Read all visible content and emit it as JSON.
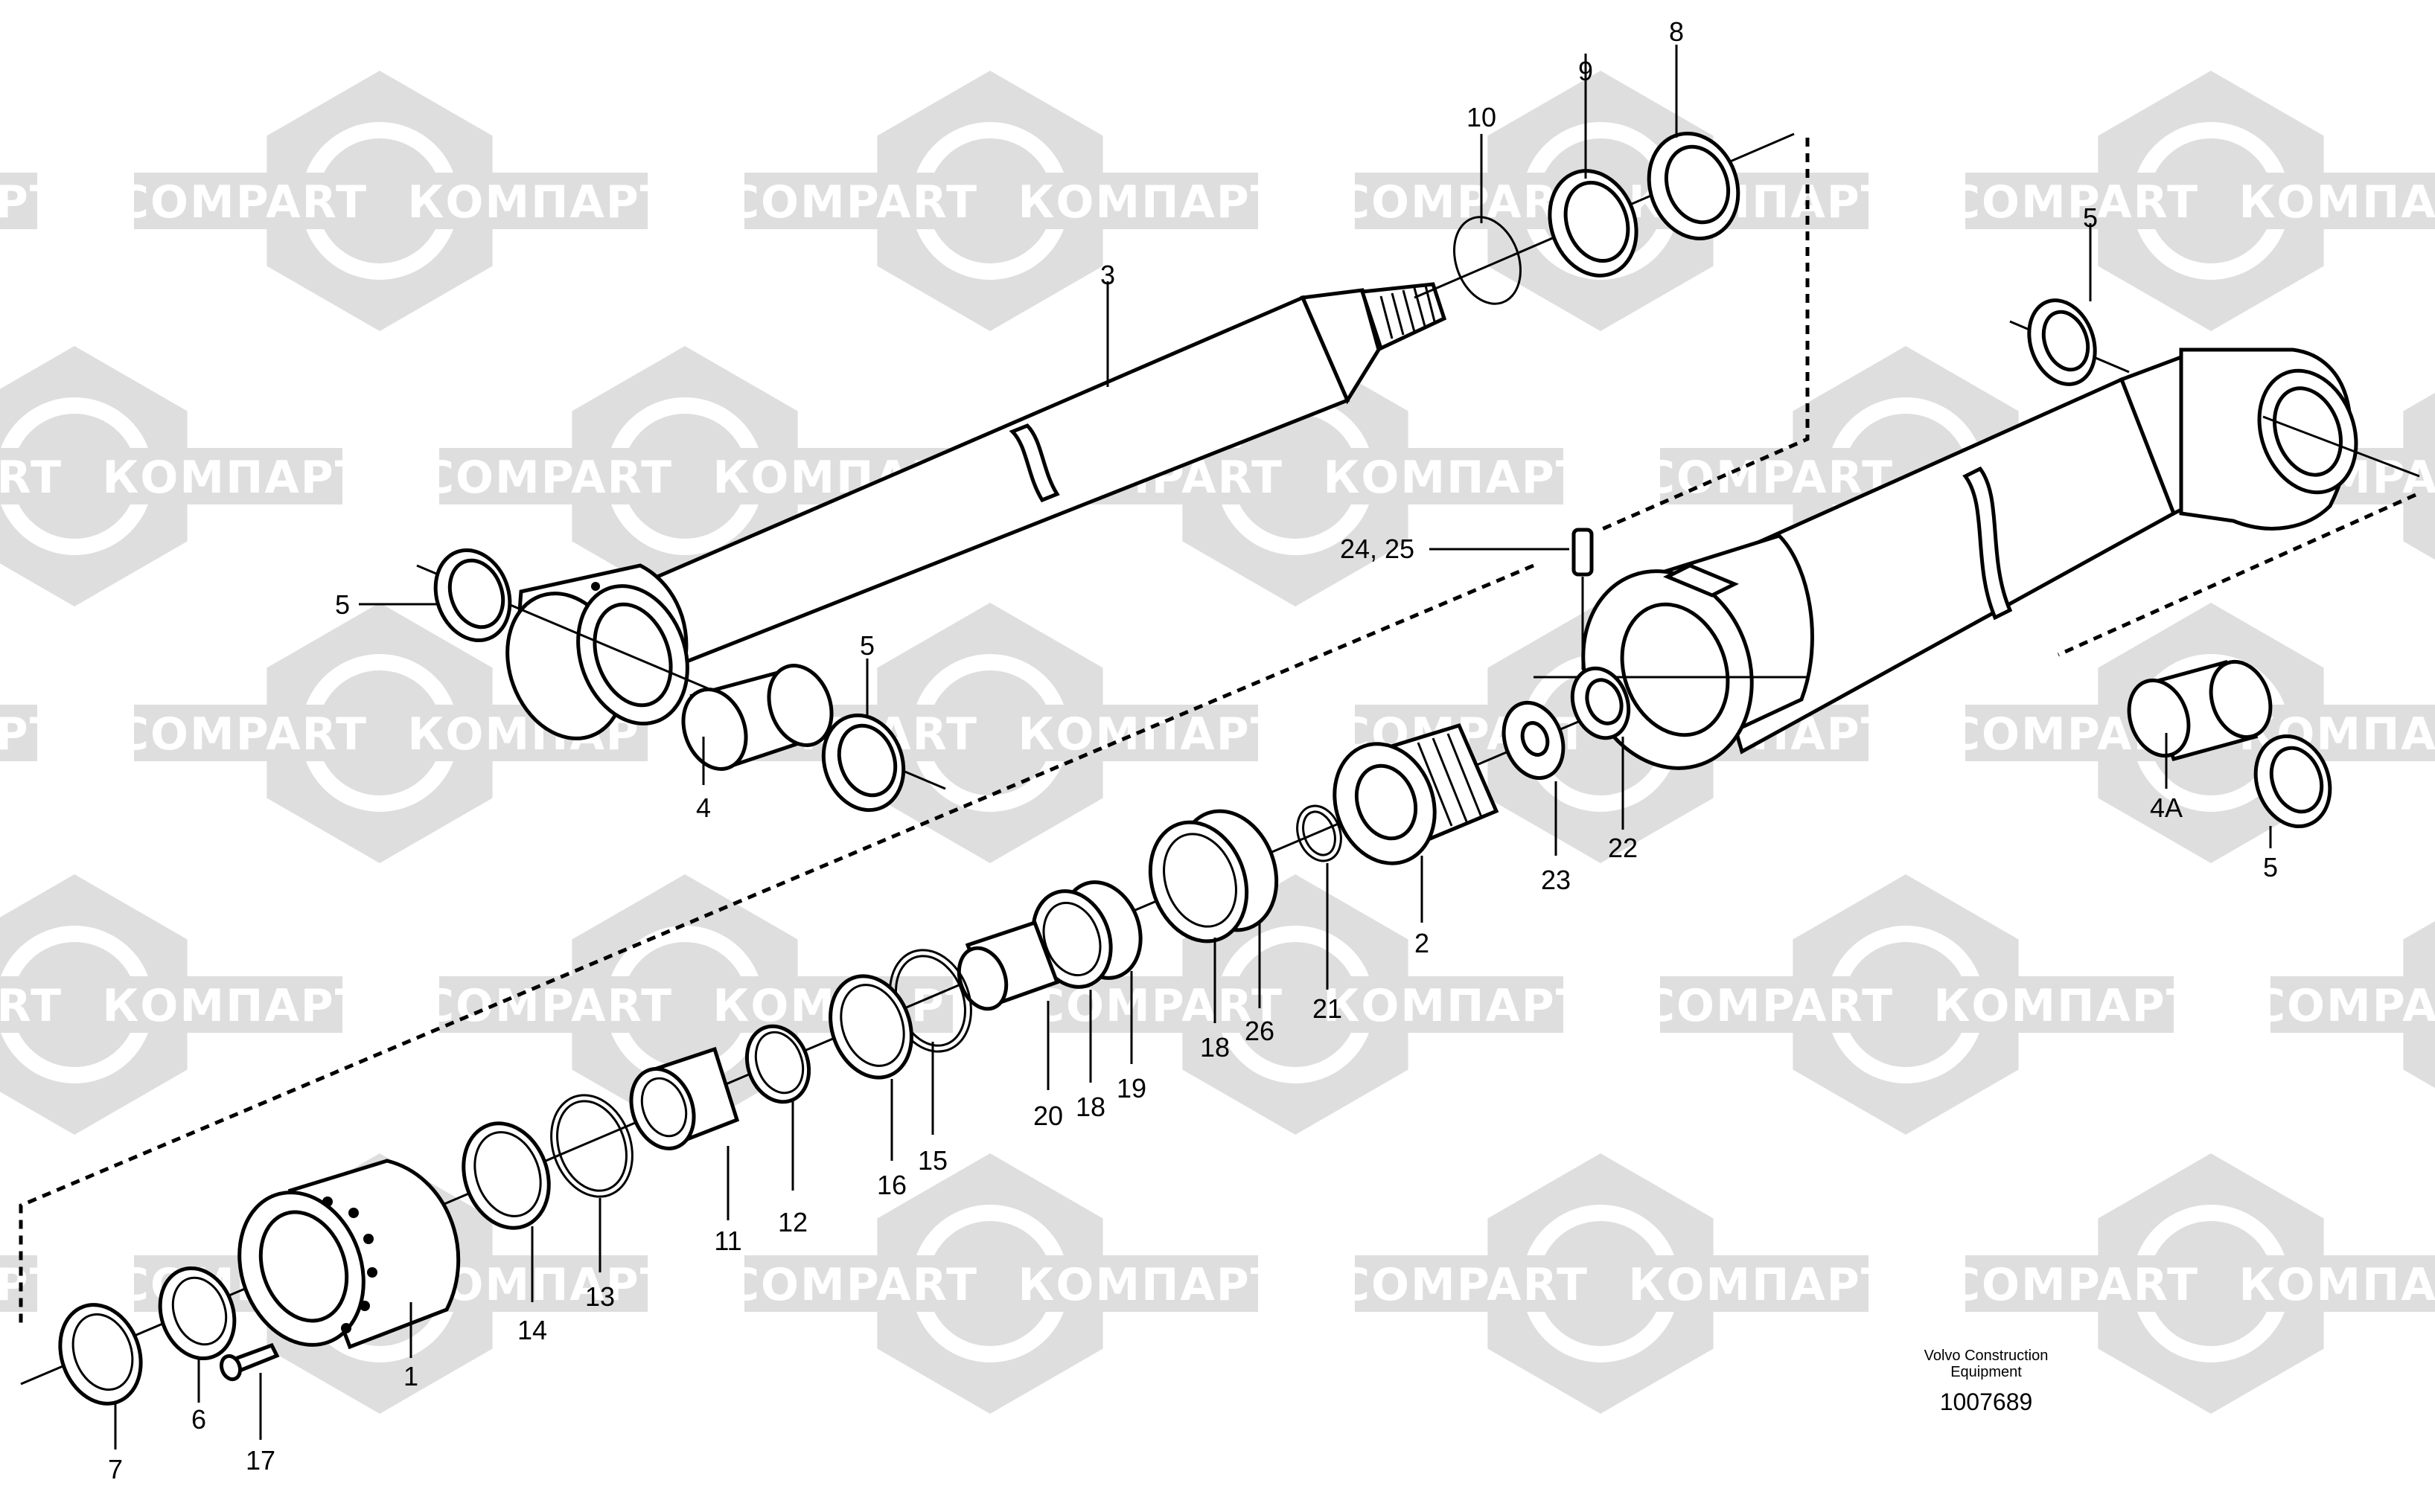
{
  "watermark": {
    "latin": "COMPART",
    "cyrillic": "КОМПАРТ",
    "color": "#dedede"
  },
  "callouts": [
    {
      "id": "c1",
      "label": "1"
    },
    {
      "id": "c2",
      "label": "2"
    },
    {
      "id": "c3",
      "label": "3"
    },
    {
      "id": "c4",
      "label": "4"
    },
    {
      "id": "c4a",
      "label": "4A"
    },
    {
      "id": "c5a",
      "label": "5"
    },
    {
      "id": "c5b",
      "label": "5"
    },
    {
      "id": "c5c",
      "label": "5"
    },
    {
      "id": "c5d",
      "label": "5"
    },
    {
      "id": "c6",
      "label": "6"
    },
    {
      "id": "c7",
      "label": "7"
    },
    {
      "id": "c8",
      "label": "8"
    },
    {
      "id": "c9",
      "label": "9"
    },
    {
      "id": "c10",
      "label": "10"
    },
    {
      "id": "c11",
      "label": "11"
    },
    {
      "id": "c12",
      "label": "12"
    },
    {
      "id": "c13",
      "label": "13"
    },
    {
      "id": "c14",
      "label": "14"
    },
    {
      "id": "c15",
      "label": "15"
    },
    {
      "id": "c16",
      "label": "16"
    },
    {
      "id": "c17",
      "label": "17"
    },
    {
      "id": "c18a",
      "label": "18"
    },
    {
      "id": "c18b",
      "label": "18"
    },
    {
      "id": "c19",
      "label": "19"
    },
    {
      "id": "c20",
      "label": "20"
    },
    {
      "id": "c21",
      "label": "21"
    },
    {
      "id": "c22",
      "label": "22"
    },
    {
      "id": "c23",
      "label": "23"
    },
    {
      "id": "c2425",
      "label": "24, 25"
    },
    {
      "id": "c26",
      "label": "26"
    }
  ],
  "footer": {
    "line1": "Volvo Construction",
    "line2": "Equipment",
    "number": "1007689"
  }
}
